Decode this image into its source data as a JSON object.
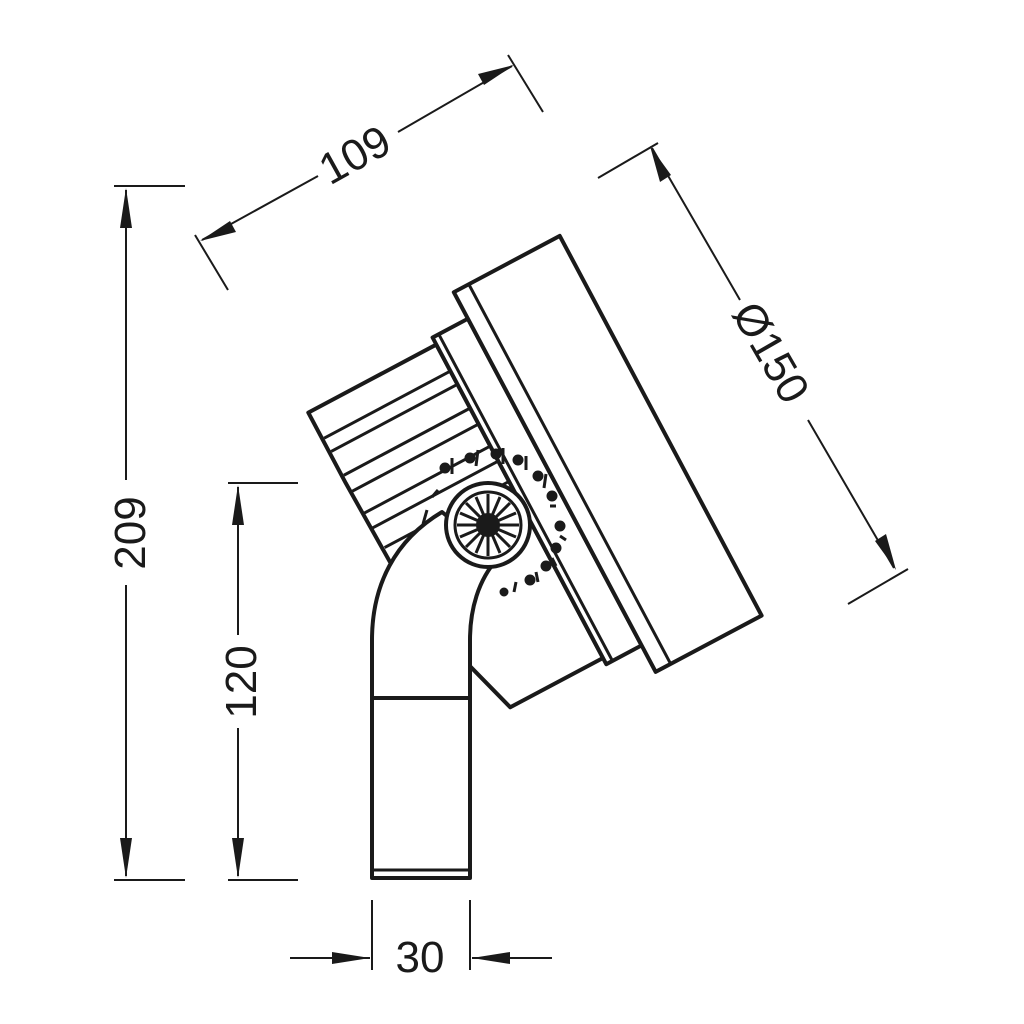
{
  "drawing": {
    "colors": {
      "line": "#1a1a1a",
      "background": "#ffffff"
    },
    "dimensions": {
      "total_height": "209",
      "post_height": "120",
      "post_width": "30",
      "head_depth": "109",
      "lens_diameter": "Ø150"
    }
  }
}
